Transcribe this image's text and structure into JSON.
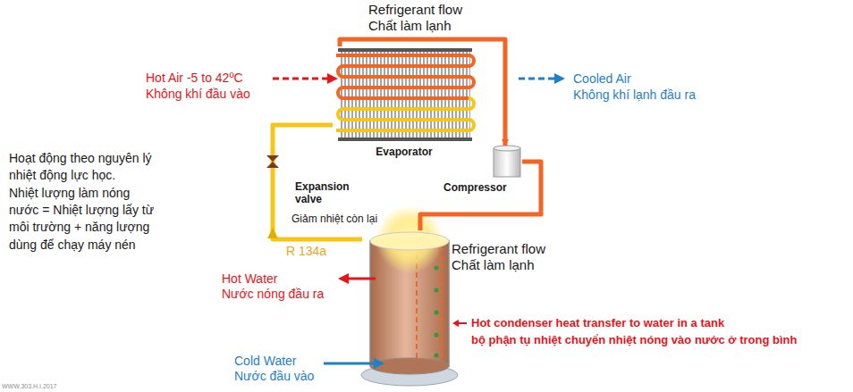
{
  "diagram": {
    "nodes": [
      {
        "text": [
          "Evaporator"
        ]
      },
      {
        "text": [
          "Compressor"
        ]
      },
      {
        "text": [
          "Hot condenser heat transfer to water in a tank",
          "bộ phận tụ nhiệt chuyển nhiệt nóng vào nước ở trong bình"
        ]
      },
      {
        "text": [
          "Expansion valve",
          "Giảm nhiệt còn lại"
        ]
      }
    ],
    "edges": [
      {
        "from": 0,
        "to": 1,
        "label": "Refrigerant flow Chất làm lạnh",
        "arrow": "to"
      },
      {
        "from": 1,
        "to": 2,
        "label": "Refrigerant flow Chất làm lạnh",
        "arrow": "none"
      },
      {
        "from": 2,
        "to": 3,
        "label": "R 134a",
        "arrow": "to"
      },
      {
        "from": 3,
        "to": 0,
        "arrow": "none"
      }
    ],
    "labels": [
      "Hoạt động theo nguyên lý nhiệt động lực học.",
      "Nhiệt lượng làm nóng nước = Nhiệt lượng lấy từ môi trường + năng lượng dùng để chạy máy nén",
      "Hot Air -5 to 42ºC",
      "Không khí đầu vào",
      "Cooled Air",
      "Không khí lạnh đầu ra",
      "Hot Water",
      "Nước nóng đầu ra",
      "Cold Water",
      "Nước đầu vào",
      "WWW.303.H.I.2017"
    ]
  }
}
